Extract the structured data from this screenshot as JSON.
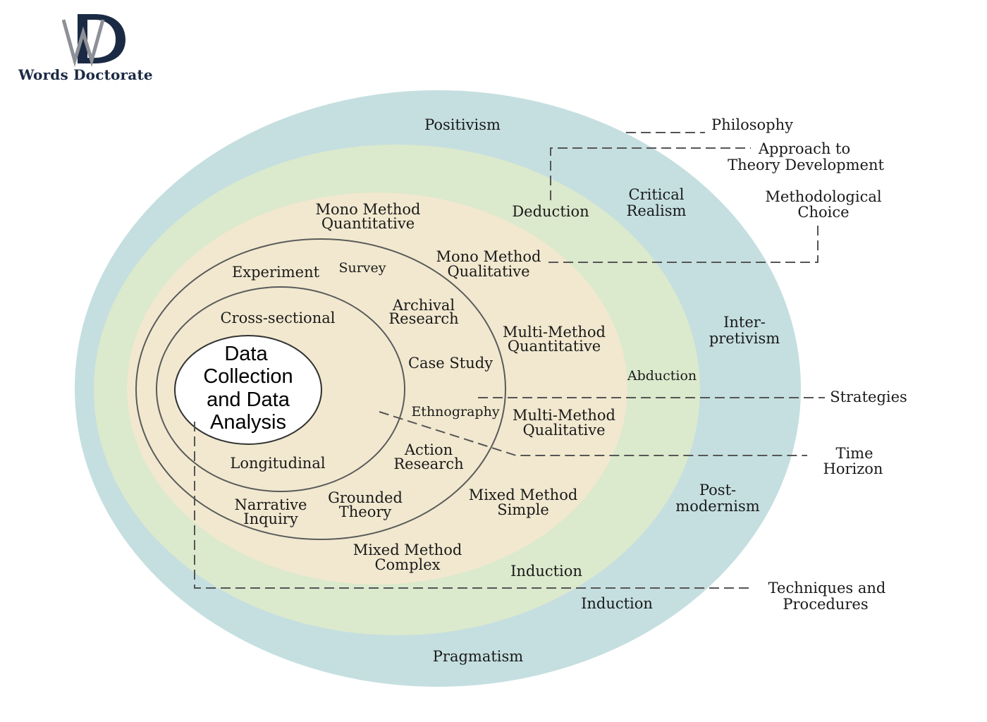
{
  "brand": {
    "name": "Words Doctorate",
    "mark_letters": "WD"
  },
  "colors": {
    "philosophy_ring": "#c5dfe0",
    "approach_ring": "#dbe9cc",
    "choice_ring": "#f1e8cf",
    "ring_stroke": "#5a5a5a",
    "core_fill": "#ffffff",
    "logo_navy": "#1b2a44",
    "logo_gray": "#8d9096"
  },
  "layers": {
    "philosophy": [
      "Positivism",
      "Critical Realism",
      "Inter-pretivism",
      "Post-modernism",
      "Pragmatism"
    ],
    "approach": [
      "Deduction",
      "Abduction",
      "Induction",
      "Induction"
    ],
    "methodological_choice": [
      "Mono Method Quantitative",
      "Mono Method Qualitative",
      "Multi-Method Quantitative",
      "Multi-Method Qualitative",
      "Mixed Method Simple",
      "Mixed Method Complex"
    ],
    "strategies": [
      "Experiment",
      "Survey",
      "Archival Research",
      "Case Study",
      "Ethnography",
      "Action Research",
      "Grounded Theory",
      "Narrative Inquiry"
    ],
    "time_horizon": [
      "Cross-sectional",
      "Longitudinal"
    ],
    "core": [
      "Data",
      "Collection",
      "and Data",
      "Analysis"
    ]
  },
  "labels": {
    "positivism": "Positivism",
    "critical_realism": [
      "Critical",
      "Realism"
    ],
    "interpretivism": [
      "Inter-",
      "pretivism"
    ],
    "postmodernism": [
      "Post-",
      "modernism"
    ],
    "pragmatism": "Pragmatism",
    "deduction": "Deduction",
    "abduction": "Abduction",
    "induction_inner": "Induction",
    "induction_outer": "Induction",
    "mono_quant": [
      "Mono Method",
      "Quantitative"
    ],
    "mono_qual": [
      "Mono Method",
      "Qualitative"
    ],
    "multi_quant": [
      "Multi-Method",
      "Quantitative"
    ],
    "multi_qual": [
      "Multi-Method",
      "Qualitative"
    ],
    "mixed_simple": [
      "Mixed Method",
      "Simple"
    ],
    "mixed_complex": [
      "Mixed Method",
      "Complex"
    ],
    "experiment": "Experiment",
    "survey": "Survey",
    "archival": [
      "Archival",
      "Research"
    ],
    "case_study": "Case Study",
    "ethnography": "Ethnography",
    "action_research": [
      "Action",
      "Research"
    ],
    "grounded_theory": [
      "Grounded",
      "Theory"
    ],
    "narrative_inquiry": [
      "Narrative",
      "Inquiry"
    ],
    "cross_sectional": "Cross-sectional",
    "longitudinal": "Longitudinal"
  },
  "callouts": {
    "philosophy": "Philosophy",
    "approach": [
      "Approach to",
      "Theory Development"
    ],
    "choice": [
      "Methodological",
      "Choice"
    ],
    "strategies": "Strategies",
    "time_horizon": [
      "Time",
      "Horizon"
    ],
    "techniques": [
      "Techniques and",
      "Procedures"
    ]
  }
}
